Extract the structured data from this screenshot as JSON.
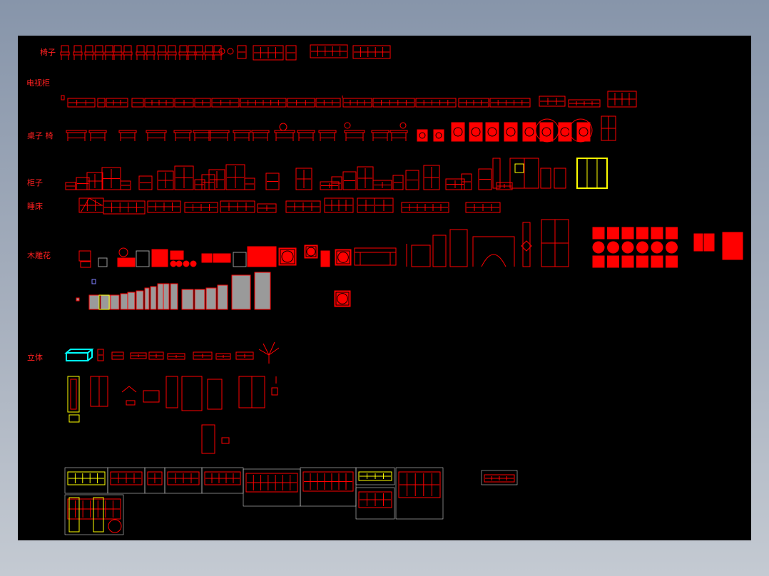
{
  "colors": {
    "background": "#000000",
    "primary_line": "#ff0000",
    "highlight": "#ffff00",
    "accent_3d": "#00ffff",
    "fill_gray": "#9a9a9a"
  },
  "rows": [
    {
      "id": "chairs",
      "label": "椅子"
    },
    {
      "id": "tv-cabinet",
      "label": "电视柜"
    },
    {
      "id": "tables-chairs",
      "label": "桌子 椅"
    },
    {
      "id": "cabinets",
      "label": "柜子"
    },
    {
      "id": "beds",
      "label": "睡床"
    },
    {
      "id": "wood-carving",
      "label": "木雕花"
    },
    {
      "id": "three-d",
      "label": "立体"
    }
  ]
}
